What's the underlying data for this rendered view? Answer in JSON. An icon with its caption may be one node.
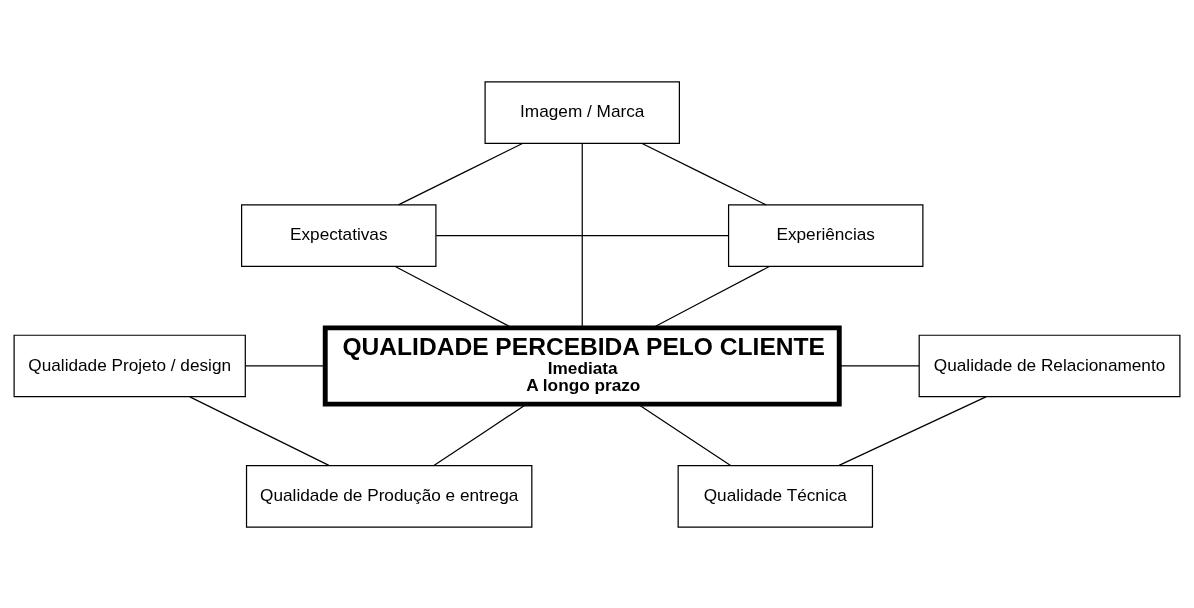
{
  "diagram": {
    "nodes": [
      {
        "text": [
          "Imagem / Marca"
        ]
      },
      {
        "text": [
          "Expectativas"
        ]
      },
      {
        "text": [
          "Experiências"
        ]
      },
      {
        "text": [
          "QUALIDADE PERCEBIDA PELO CLIENTE",
          "Imediata",
          "A longo prazo"
        ]
      },
      {
        "text": [
          "Qualidade Projeto / design"
        ]
      },
      {
        "text": [
          "Qualidade de Produção e entrega"
        ]
      },
      {
        "text": [
          "Qualidade de Relacionamento"
        ]
      },
      {
        "text": [
          "Qualidade Técnica"
        ]
      }
    ],
    "edges": [
      {
        "from": 0,
        "to": 1,
        "arrow": "none"
      },
      {
        "from": 0,
        "to": 2,
        "arrow": "none"
      },
      {
        "from": 1,
        "to": 2,
        "arrow": "none"
      },
      {
        "from": 0,
        "to": 3,
        "arrow": "none"
      },
      {
        "from": 1,
        "to": 3,
        "arrow": "none"
      },
      {
        "from": 2,
        "to": 3,
        "arrow": "none"
      },
      {
        "from": 4,
        "to": 3,
        "arrow": "none"
      },
      {
        "from": 5,
        "to": 3,
        "arrow": "none"
      },
      {
        "from": 3,
        "to": 6,
        "arrow": "none"
      },
      {
        "from": 3,
        "to": 7,
        "arrow": "none"
      },
      {
        "from": 4,
        "to": 5,
        "arrow": "none"
      },
      {
        "from": 6,
        "to": 7,
        "arrow": "none"
      }
    ]
  }
}
